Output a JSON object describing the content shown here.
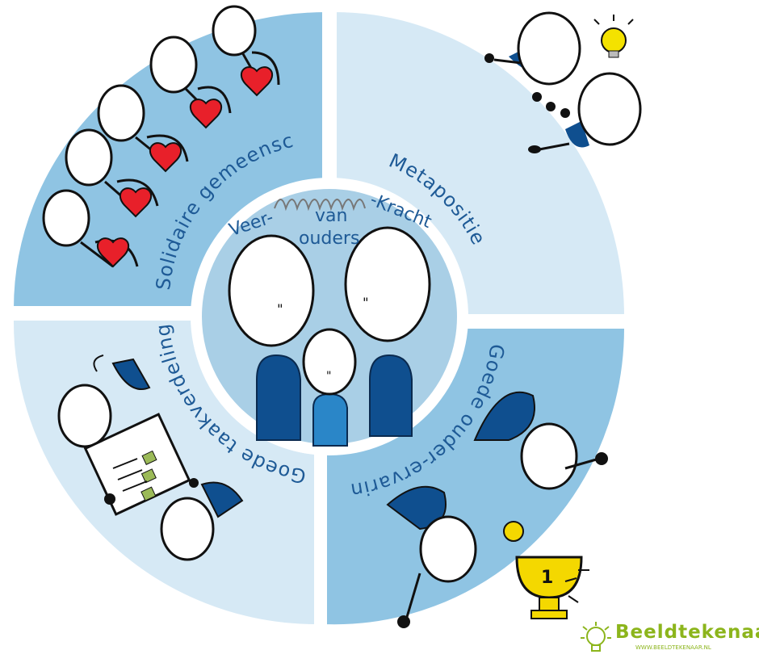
{
  "diagram": {
    "center_title": {
      "line1_left": "Veer-",
      "line1_right": "-Kracht",
      "line2": "van",
      "line3": "ouders"
    },
    "quadrants": [
      {
        "label": "Solidaire gemeenschap"
      },
      {
        "label": "Metapositie"
      },
      {
        "label": "Goede ouder-ervaring"
      },
      {
        "label": "Goede taakverdeling"
      }
    ],
    "colors": {
      "top_left": "#8fc4e3",
      "top_right": "#d6e9f5",
      "bottom_right": "#8fc4e3",
      "bottom_left": "#d6e9f5",
      "center": "#a9cfe6",
      "figures_dark": "#0f4f8f",
      "figures_light": "#2a86c8",
      "text": "#1e5a96",
      "heart": "#e8202a",
      "trophy": "#f4d800"
    }
  },
  "brand": {
    "name": "Beeldtekenaar",
    "url": "WWW.BEELDTEKENAAR.NL",
    "icon": "lightbulb-icon"
  }
}
